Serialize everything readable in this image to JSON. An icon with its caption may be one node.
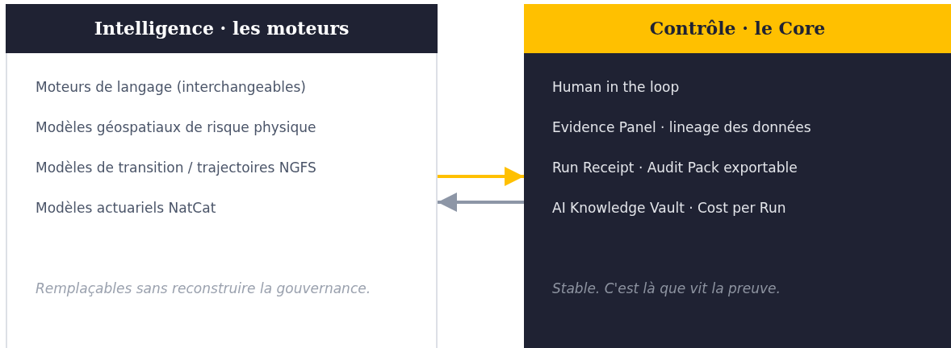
{
  "diagram": {
    "nodes": [
      {
        "text": [
          "Intelligence · les moteurs",
          "Moteurs de langage (interchangeables)",
          "Modèles géospatiaux de risque physique",
          "Modèles de transition / trajectoires NGFS",
          "Modèles actuariels NatCat",
          "Remplaçables sans reconstruire la gouvernance."
        ]
      },
      {
        "text": [
          "Contrôle · le Core",
          "Human in the loop",
          "Evidence Panel · lineage des données",
          "Run Receipt · Audit Pack exportable",
          "AI Knowledge Vault · Cost per Run",
          "Stable. C'est là que vit la preuve."
        ]
      }
    ],
    "edges": [
      {
        "from": 0,
        "to": 1,
        "arrow": "to",
        "color": "#ffc000"
      },
      {
        "from": 1,
        "to": 0,
        "arrow": "to",
        "color": "#8d96a6"
      }
    ]
  }
}
